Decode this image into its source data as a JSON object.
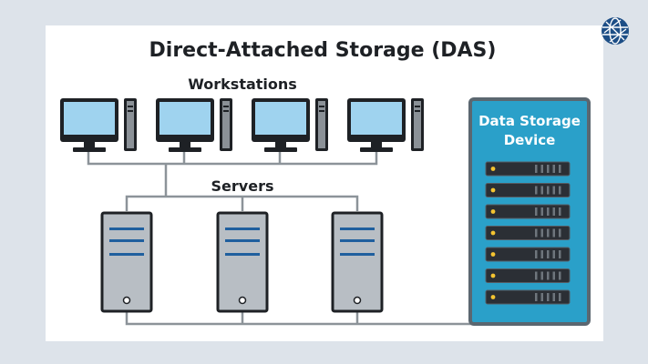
{
  "title": "Direct-Attached Storage (DAS)",
  "labels": {
    "workstations": "Workstations",
    "servers": "Servers",
    "storage_line1": "Data Storage",
    "storage_line2": "Device"
  },
  "colors": {
    "background": "#dde3ea",
    "panel": "#ffffff",
    "outline": "#1e2125",
    "screen": "#9fd3ef",
    "tower": "#8b9197",
    "server_body": "#b8bec4",
    "server_slot": "#1f5f9e",
    "storage_fill": "#2aa0c9",
    "storage_border": "#5b6770",
    "drive": "#2b2f35",
    "led": "#f4c431",
    "cable": "#8c9399",
    "logo": "#1d4e86"
  },
  "icons": {
    "logo": "globe-icon",
    "workstation": "workstation-icon",
    "server": "server-icon",
    "drive": "drive-bay-icon"
  },
  "counts": {
    "workstations": 4,
    "servers": 3,
    "drive_bays": 7
  }
}
